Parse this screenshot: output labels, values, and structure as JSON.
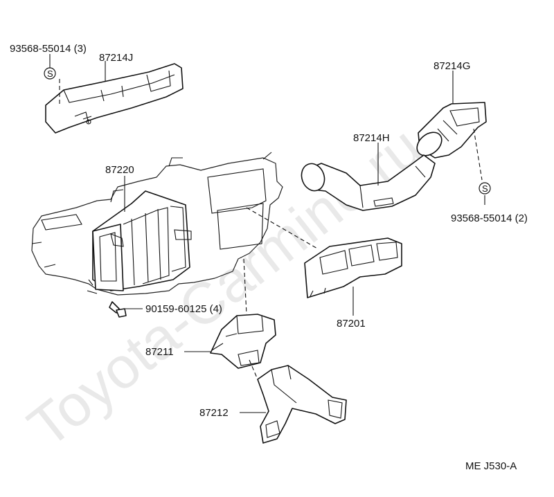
{
  "watermark": "Toyota-Carmine.ru",
  "callouts": {
    "p93568_top": "93568-55014 (3)",
    "p87214J": "87214J",
    "p87214G": "87214G",
    "p87214H": "87214H",
    "p93568_right": "93568-55014 (2)",
    "p87220": "87220",
    "p90159": "90159-60125 (4)",
    "p87201": "87201",
    "p87211": "87211",
    "p87212": "87212",
    "s_top": "S",
    "s_right": "S"
  },
  "diagram_code": "ME J530-A"
}
